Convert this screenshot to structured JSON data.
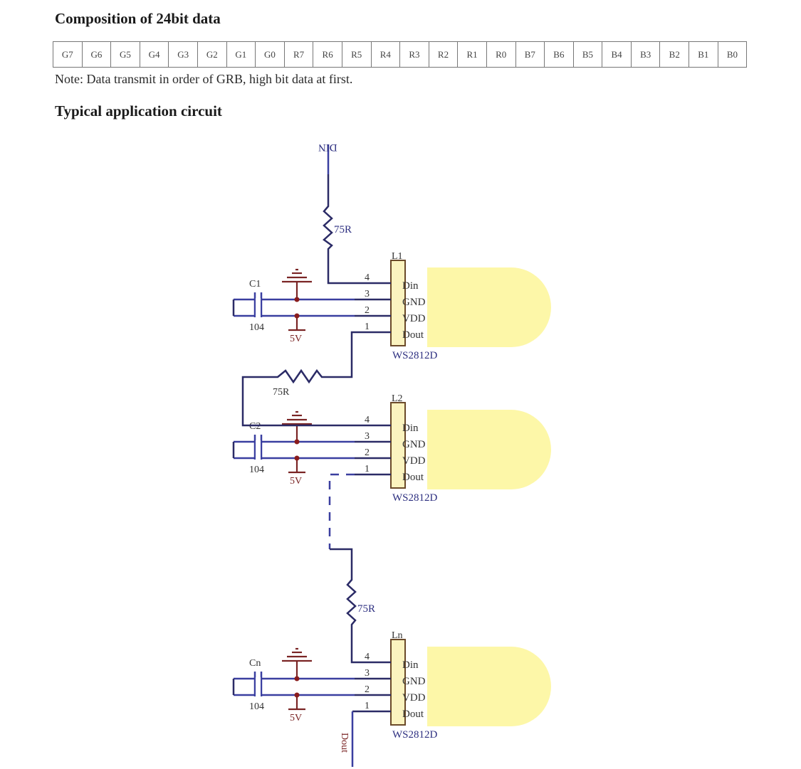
{
  "headings": {
    "composition": "Composition of 24bit data",
    "circuit": "Typical application circuit"
  },
  "bit_table": {
    "cells": [
      "G7",
      "G6",
      "G5",
      "G4",
      "G3",
      "G2",
      "G1",
      "G0",
      "R7",
      "R6",
      "R5",
      "R4",
      "R3",
      "R2",
      "R1",
      "R0",
      "B7",
      "B6",
      "B5",
      "B4",
      "B3",
      "B2",
      "B1",
      "B0"
    ]
  },
  "note": "Note: Data transmit in order of GRB, high bit data at first.",
  "circuit": {
    "input_label": "DIN",
    "output_label": "Dout",
    "resistor_value": "75R",
    "capacitor_value": "104",
    "supply_label": "5V",
    "chip_part": "WS2812D",
    "pins": [
      {
        "number": "4",
        "name": "Din"
      },
      {
        "number": "3",
        "name": "GND"
      },
      {
        "number": "2",
        "name": "VDD"
      },
      {
        "number": "1",
        "name": "Dout"
      }
    ],
    "stages": [
      {
        "led_ref": "L1",
        "cap_ref": "C1"
      },
      {
        "led_ref": "L2",
        "cap_ref": "C2"
      },
      {
        "led_ref": "Ln",
        "cap_ref": "Cn"
      }
    ],
    "colors": {
      "wire": "#2b2b66",
      "net_blue": "#3a3fa0",
      "power": "#7a2424",
      "led_body": "#fdf7a8",
      "chip_body": "#fbf3bf"
    }
  }
}
